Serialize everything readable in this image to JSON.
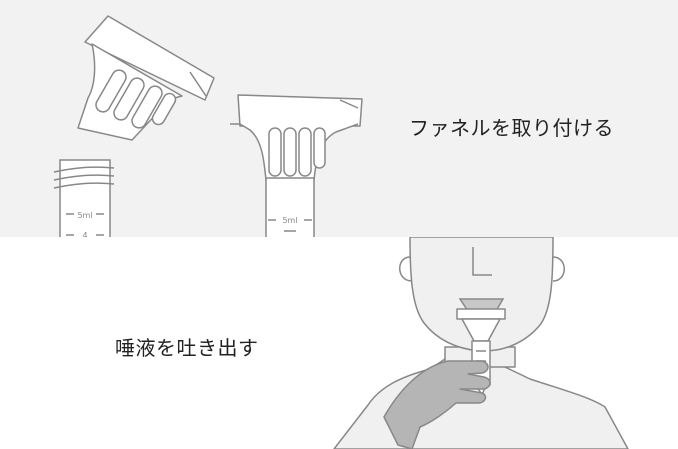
{
  "steps": [
    {
      "caption": "ファネルを取り付ける",
      "tube_label": "5ml",
      "tube_tick": "4"
    },
    {
      "caption": "唾液を吐き出す"
    }
  ],
  "colors": {
    "top_background": "#f2f2f2",
    "bottom_background": "#ffffff",
    "outline": "#888888",
    "skin_fill": "#f0f0f0",
    "hand_fill": "#b5b5b5"
  }
}
